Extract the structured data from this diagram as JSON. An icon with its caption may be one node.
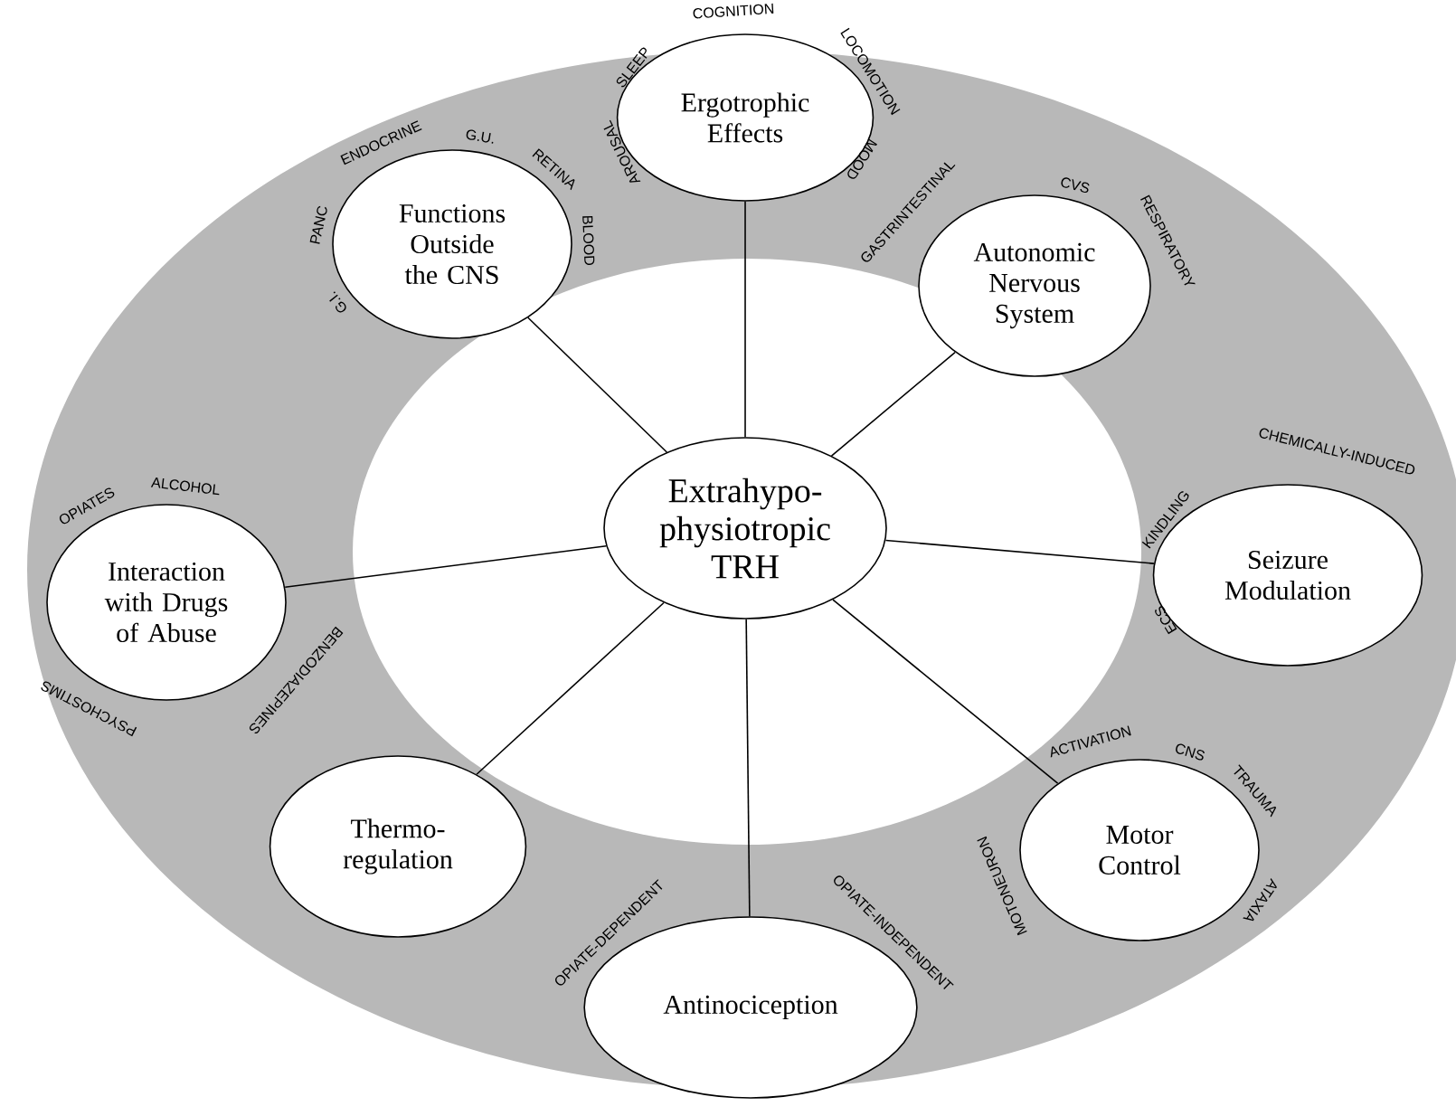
{
  "diagram": {
    "nodes": [
      {
        "text": [
          "Extrahypo- physiotropic TRH"
        ]
      },
      {
        "text": [
          "Ergotrophic Effects"
        ],
        "beside": [
          "AROUSAL",
          "SLEEP",
          "COGNITION",
          "LOCOMOTION",
          "MOOD"
        ]
      },
      {
        "text": [
          "Autonomic Nervous System"
        ],
        "beside": [
          "GASTRINTESTINAL",
          "CVS",
          "RESPIRATORY"
        ]
      },
      {
        "text": [
          "Seizure Modulation"
        ],
        "beside": [
          "ECS",
          "KINDLING",
          "CHEMICALLY-INDUCED"
        ]
      },
      {
        "text": [
          "Motor Control"
        ],
        "beside": [
          "MOTONEURON",
          "ACTIVATION",
          "CNS",
          "TRAUMA",
          "ATAXIA"
        ]
      },
      {
        "text": [
          "Antinociception"
        ],
        "beside": [
          "OPIATE-DEPENDENT",
          "OPIATE-INDEPENDENT"
        ]
      },
      {
        "text": [
          "Thermo- regulation"
        ]
      },
      {
        "text": [
          "Interaction with Drugs of Abuse"
        ],
        "beside": [
          "PSYCHOSTIMS",
          "OPIATES",
          "ALCOHOL",
          "BENZODIAZEPINES"
        ]
      },
      {
        "text": [
          "Functions Outside the CNS"
        ],
        "beside": [
          "G.I.",
          "PANC",
          "ENDOCRINE",
          "G.U.",
          "RETINA",
          "BLOOD"
        ]
      }
    ],
    "edges": [
      {
        "from": 0,
        "to": 1,
        "arrow": "none"
      },
      {
        "from": 0,
        "to": 2,
        "arrow": "none"
      },
      {
        "from": 0,
        "to": 3,
        "arrow": "none"
      },
      {
        "from": 0,
        "to": 4,
        "arrow": "none"
      },
      {
        "from": 0,
        "to": 5,
        "arrow": "none"
      },
      {
        "from": 0,
        "to": 6,
        "arrow": "none"
      },
      {
        "from": 0,
        "to": 7,
        "arrow": "none"
      },
      {
        "from": 0,
        "to": 8,
        "arrow": "none"
      }
    ]
  }
}
